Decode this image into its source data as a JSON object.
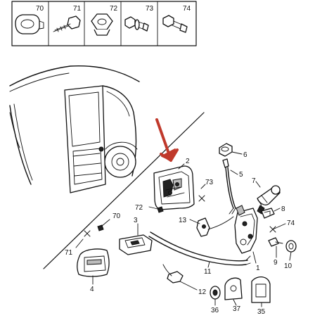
{
  "fasteners": [
    {
      "number": "70",
      "icon": "push-clip-icon"
    },
    {
      "number": "71",
      "icon": "screw-icon"
    },
    {
      "number": "72",
      "icon": "hex-nut-icon"
    },
    {
      "number": "73",
      "icon": "flange-bolt-icon"
    },
    {
      "number": "74",
      "icon": "hex-bolt-icon"
    }
  ],
  "callouts": {
    "c1": "1",
    "c2": "2",
    "c3": "3",
    "c4": "4",
    "c5": "5",
    "c6": "6",
    "c7": "7",
    "c8": "8",
    "c9": "9",
    "c10": "10",
    "c11": "11",
    "c12": "12",
    "c13": "13",
    "c35": "35",
    "c36": "36",
    "c37": "37",
    "c70": "70",
    "c71": "71",
    "c72": "72",
    "c73": "73",
    "c74": "74"
  },
  "colors": {
    "arrow": "#c0392b",
    "line": "#111111"
  }
}
